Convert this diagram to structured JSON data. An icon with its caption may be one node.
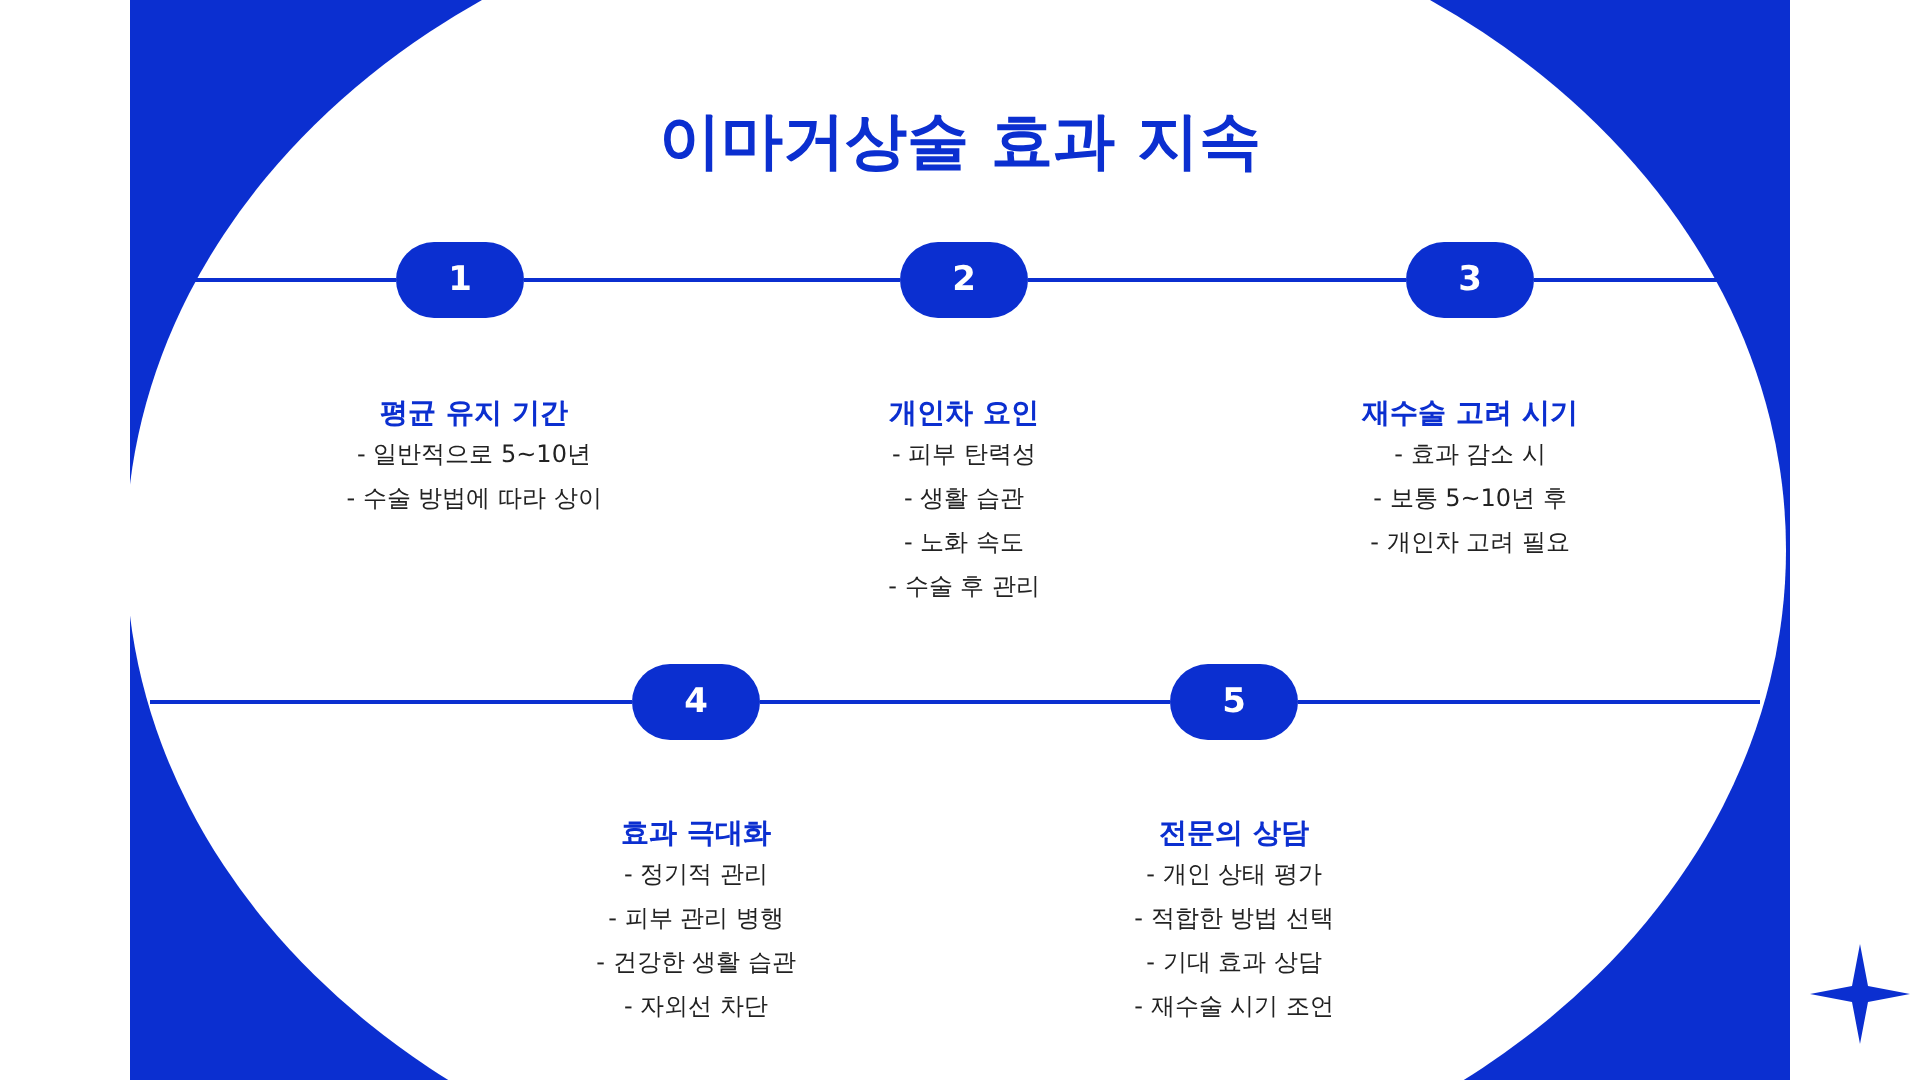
{
  "diagram": {
    "title": "이마거상술 효과 지속",
    "nodes": [
      {
        "text": [
          "1"
        ],
        "beside": [
          "평균 유지 기간",
          "- 일반적으로 5~10년",
          "- 수술 방법에 따라 상이"
        ]
      },
      {
        "text": [
          "2"
        ],
        "beside": [
          "개인차 요인",
          "- 피부 탄력성",
          "- 생활 습관",
          "- 노화 속도",
          "- 수술 후 관리"
        ]
      },
      {
        "text": [
          "3"
        ],
        "beside": [
          "재수술 고려 시기",
          "- 효과 감소 시",
          "- 보통 5~10년 후",
          "- 개인차 고려 필요"
        ]
      },
      {
        "text": [
          "4"
        ],
        "beside": [
          "효과 극대화",
          "- 정기적 관리",
          "- 피부 관리 병행",
          "- 건강한 생활 습관",
          "- 자외선 차단"
        ]
      },
      {
        "text": [
          "5"
        ],
        "beside": [
          "전문의 상담",
          "- 개인 상태 평가",
          "- 적합한 방법 선택",
          "- 기대 효과 상담",
          "- 재수술 시기 조언"
        ]
      }
    ],
    "edges": [
      {
        "from": null,
        "to": 0,
        "arrow": "none"
      },
      {
        "from": 0,
        "to": 1,
        "arrow": "none"
      },
      {
        "from": 1,
        "to": 2,
        "arrow": "none"
      },
      {
        "from": 2,
        "to": null,
        "arrow": "none"
      },
      {
        "from": null,
        "to": 3,
        "arrow": "none"
      },
      {
        "from": 3,
        "to": 4,
        "arrow": "none"
      },
      {
        "from": 4,
        "to": null,
        "arrow": "none"
      }
    ]
  }
}
